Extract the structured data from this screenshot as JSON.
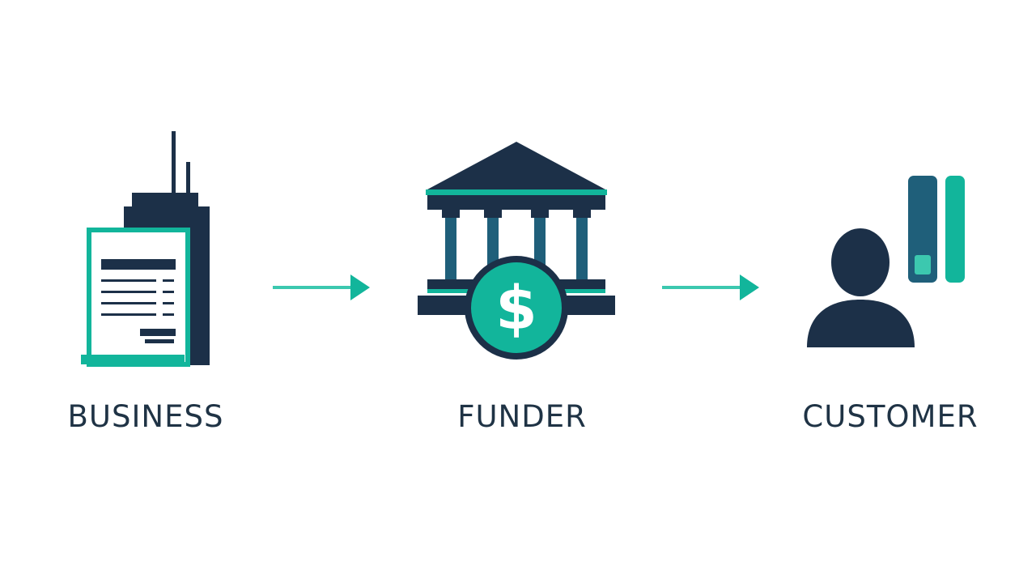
{
  "colors": {
    "navy": "#1c3048",
    "teal": "#12b59b",
    "teal_light": "#3cc8af",
    "paper_line": "#1c3048",
    "label_text": "#1f3345",
    "background": "#ffffff"
  },
  "flow": {
    "nodes": [
      {
        "id": "business",
        "label": "BUSINESS",
        "icon": "office-building-invoice-icon"
      },
      {
        "id": "funder",
        "label": "FUNDER",
        "icon": "bank-dollar-icon"
      },
      {
        "id": "customer",
        "label": "CUSTOMER",
        "icon": "person-card-icon"
      }
    ],
    "edges": [
      {
        "from": "business",
        "to": "funder"
      },
      {
        "from": "funder",
        "to": "customer"
      }
    ]
  }
}
